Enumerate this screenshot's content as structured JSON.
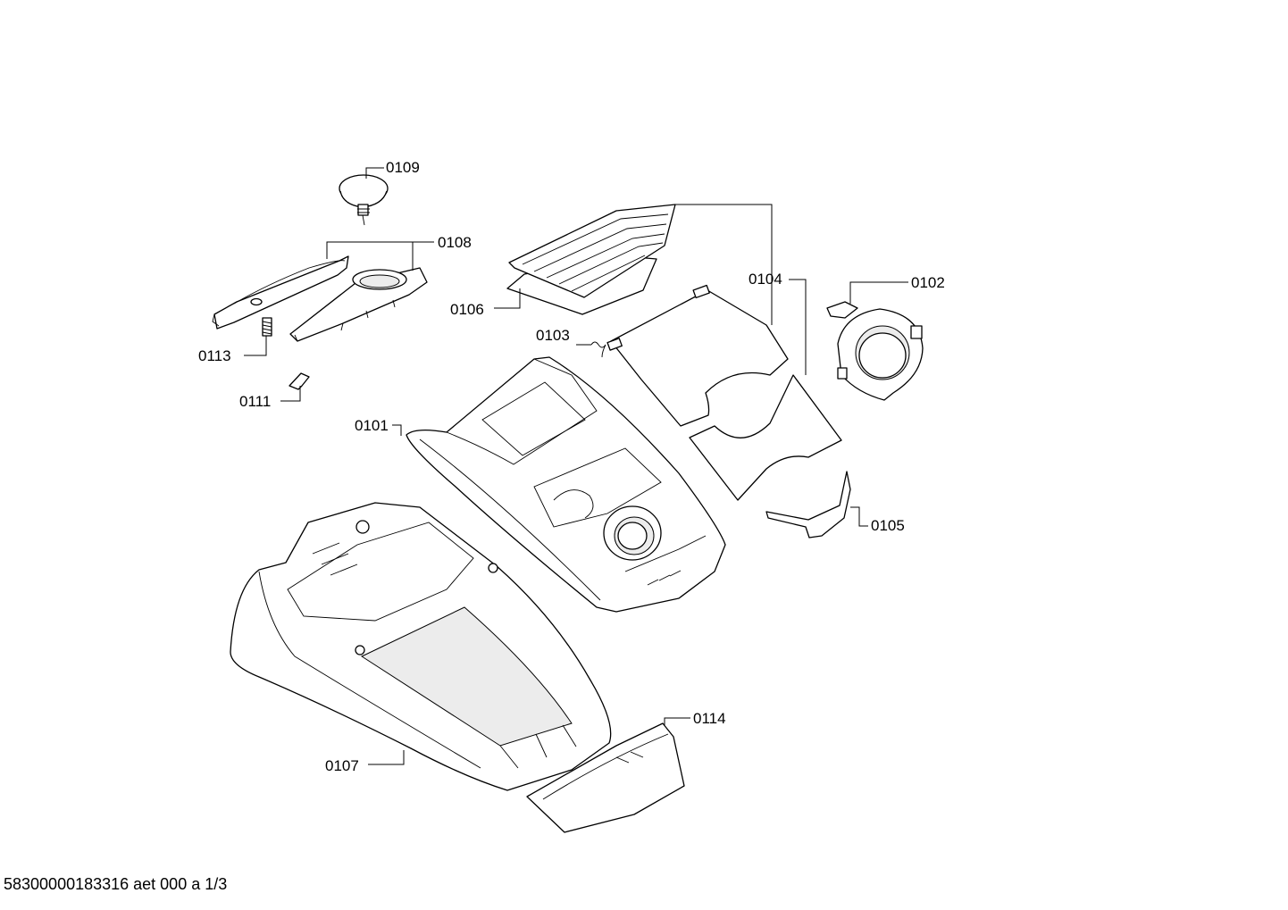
{
  "labels": {
    "p0101": "0101",
    "p0102": "0102",
    "p0103": "0103",
    "p0104": "0104",
    "p0105": "0105",
    "p0106": "0106",
    "p0107": "0107",
    "p0108": "0108",
    "p0109": "0109",
    "p0111": "0111",
    "p0113": "0113",
    "p0114": "0114"
  },
  "footer": "58300000183316 aet 000 a 1/3"
}
